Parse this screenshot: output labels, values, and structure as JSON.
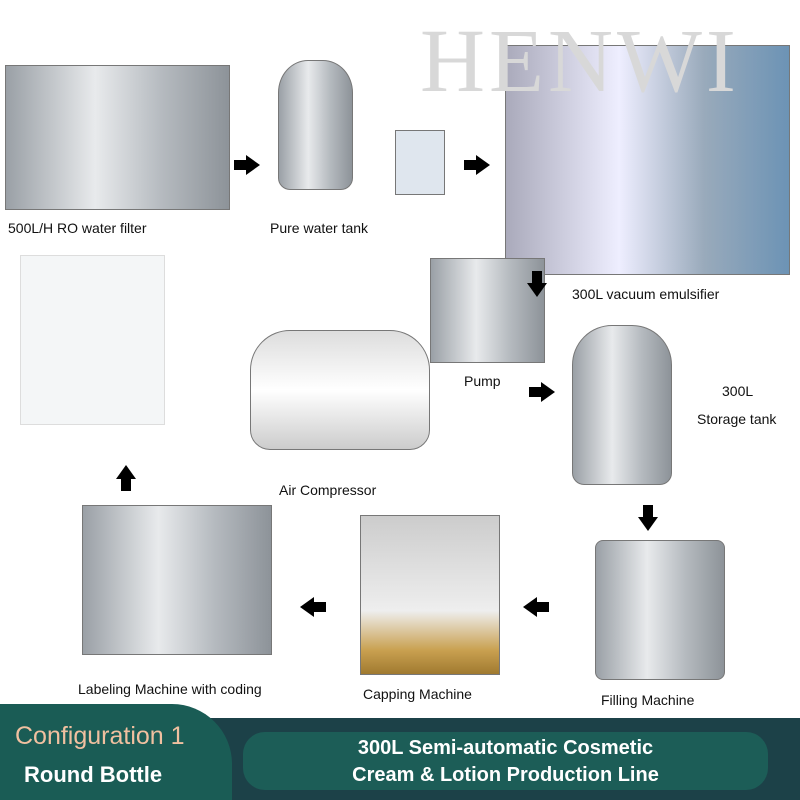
{
  "watermark": "HENWI",
  "steps": {
    "ro_filter": "500L/H RO water filter",
    "water_tank": "Pure water tank",
    "emulsifier": "300L vacuum emulsifier",
    "pump": "Pump",
    "storage_cap": "300L",
    "storage": "Storage tank",
    "air": "Air Compressor",
    "filling": "Filling Machine",
    "capping": "Capping Machine",
    "labeling": "Labeling Machine with coding"
  },
  "banner": {
    "config": "Configuration 1",
    "bottle": "Round Bottle",
    "title_line1": "300L Semi-automatic Cosmetic",
    "title_line2": "Cream & Lotion Production Line"
  },
  "colors": {
    "band": "#1c4148",
    "tab": "#1a5c55",
    "pill": "#1c5d57",
    "config_text": "#f0c0a0"
  }
}
